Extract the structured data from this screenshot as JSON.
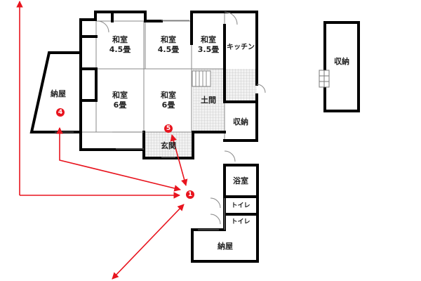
{
  "rooms": {
    "washitsu_45a": {
      "name": "和室",
      "size": "4.5畳"
    },
    "washitsu_45b": {
      "name": "和室",
      "size": "4.5畳"
    },
    "washitsu_35": {
      "name": "和室",
      "size": "3.5畳"
    },
    "kitchen": "キッチン",
    "washitsu_6a": {
      "name": "和室",
      "size": "6畳"
    },
    "washitsu_6b": {
      "name": "和室",
      "size": "6畳"
    },
    "doma": "土間",
    "storage_main": "収納",
    "genkan": "玄関",
    "barn_left": "納屋",
    "storage_right": "収納",
    "bath": "浴室",
    "toilet1": "トイレ",
    "toilet2": "トイレ",
    "barn_bottom": "納屋"
  },
  "markers": {
    "m1": "1",
    "m4": "4",
    "m5": "5"
  },
  "colors": {
    "arrow": "#e8141e",
    "tile": "#cfcfcf"
  }
}
